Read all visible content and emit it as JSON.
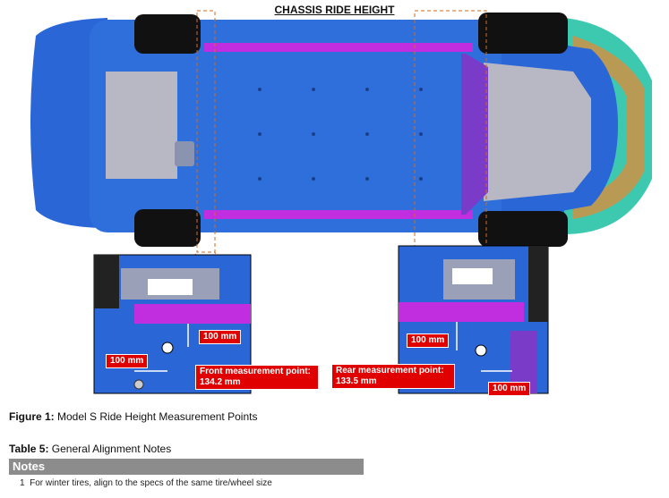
{
  "diagram": {
    "title": "CHASSIS RIDE HEIGHT",
    "front_inset": {
      "vertical_offset_label": "100 mm",
      "horizontal_offset_label": "100 mm",
      "measurement_label_line1": "Front measurement point:",
      "measurement_label_line2": "134.2 mm"
    },
    "rear_inset": {
      "vertical_offset_label": "100 mm",
      "horizontal_offset_label": "100 mm",
      "measurement_label_line1": "Rear measurement point:",
      "measurement_label_line2": "133.5 mm"
    },
    "colors": {
      "body_blue": "#2a66d6",
      "pan_gray": "#b8b8c4",
      "rail_magenta": "#c02ee0",
      "rear_purple": "#7a3cc8",
      "label_red": "#e00000",
      "bumper_teal": "#3cc9b0",
      "bumper_gold": "#b89a55"
    }
  },
  "figure_caption": {
    "label": "Figure 1:",
    "text": " Model S Ride Height Measurement Points"
  },
  "table_caption": {
    "label": "Table 5:",
    "text": " General Alignment Notes"
  },
  "notes_table": {
    "header": "Notes",
    "rows": [
      {
        "number": "1",
        "text": "For winter tires, align to the specs of the same tire/wheel size"
      }
    ]
  }
}
